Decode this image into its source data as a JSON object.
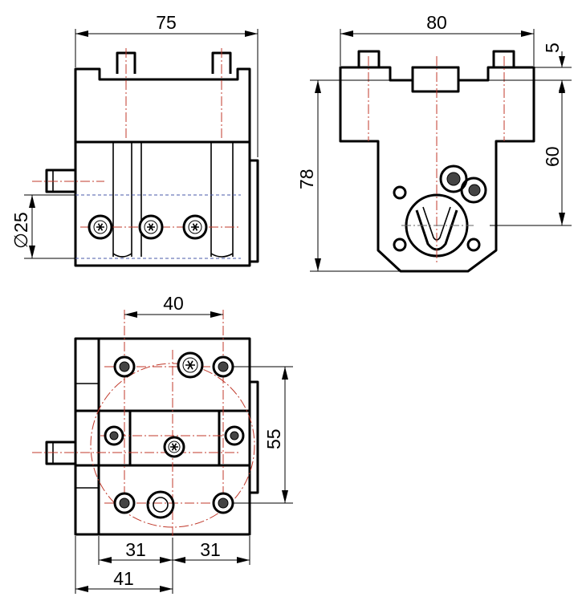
{
  "dimensions": {
    "front_width": "75",
    "side_width": "80",
    "side_top_offset": "5",
    "side_height": "78",
    "side_inner_height": "60",
    "shank_diameter_symbol": "∅",
    "shank_diameter": "25",
    "bolt_spacing": "40",
    "bolt_vertical_spacing": "55",
    "bottom_left_offset": "31",
    "bottom_right_offset": "31",
    "bottom_total": "41"
  }
}
